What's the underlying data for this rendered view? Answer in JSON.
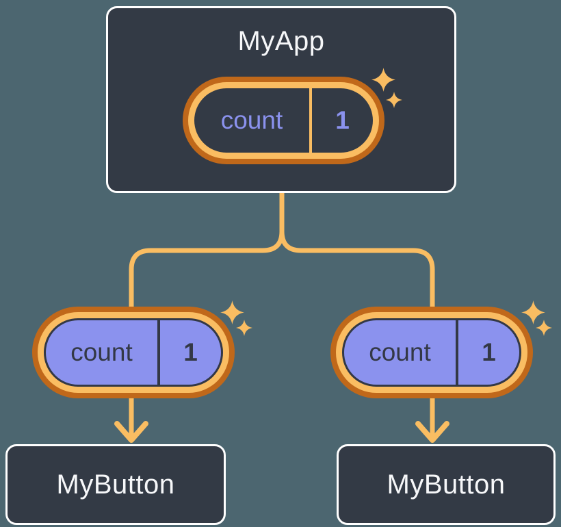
{
  "tree": {
    "root": {
      "title": "MyApp",
      "state": {
        "label": "count",
        "value": "1"
      }
    },
    "children": [
      {
        "title": "MyButton",
        "state": {
          "label": "count",
          "value": "1"
        }
      },
      {
        "title": "MyButton",
        "state": {
          "label": "count",
          "value": "1"
        }
      }
    ]
  },
  "icons": {
    "sparkle": "sparkle-icon",
    "arrow": "arrow-down-icon"
  },
  "colors": {
    "background": "#4C6670",
    "node_fill": "#333A45",
    "node_border": "#FFFFFF",
    "node_text": "#F6F7F9",
    "orange_dark": "#C0681A",
    "orange_light": "#FABD62",
    "periwinkle": "#8B92EE",
    "ink_dark": "#333845"
  }
}
